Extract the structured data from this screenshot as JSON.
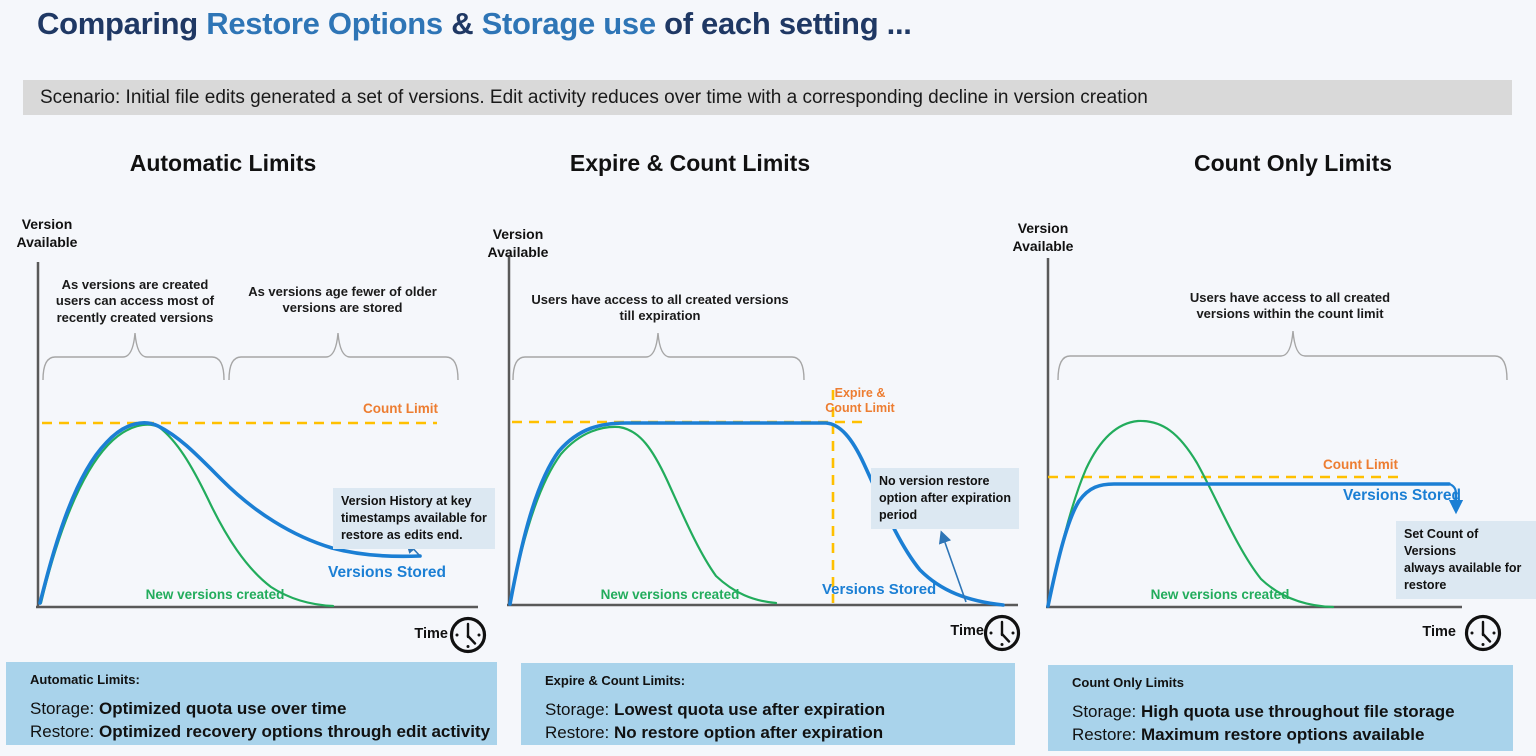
{
  "colors": {
    "title_navy": "#1F3864",
    "title_blue": "#2E75B6",
    "stored_line": "#1B7FD4",
    "created_line": "#22AC5C",
    "limit_line": "#FFC000",
    "limit_text": "#ED7D31",
    "scenario_bg": "#D9D9D9",
    "summary_bg": "#A9D3EB",
    "callout_bg": "#DCE8F2"
  },
  "header": {
    "title_parts": [
      {
        "text": "Comparing "
      },
      {
        "text": "Restore Options"
      },
      {
        "text": " & "
      },
      {
        "text": "Storage use"
      },
      {
        "text": " of each setting ..."
      }
    ]
  },
  "scenario": {
    "text": "Scenario: Initial file edits generated a set of versions. Edit activity reduces over time with a corresponding decline in version creation"
  },
  "charts": [
    {
      "title": "Automatic Limits",
      "y_axis_label": "Version\nAvailable",
      "x_axis_label": "Time",
      "limit_label": "Count Limit",
      "brace_notes": [
        "As versions are created\nusers can access most of\nrecently created versions",
        "As versions age fewer of older\nversions are stored"
      ],
      "callout": "Version History at key\ntimestamps available for\nrestore as edits end.",
      "stored_label": "Versions Stored",
      "created_label": "New versions created"
    },
    {
      "title": "Expire & Count Limits",
      "y_axis_label": "Version\nAvailable",
      "x_axis_label": "Time",
      "limit_label": "Expire &\nCount Limit",
      "brace_notes": [
        "Users have access to all created versions\ntill expiration"
      ],
      "callout": "No version restore\noption after expiration\nperiod",
      "stored_label": "Versions Stored",
      "created_label": "New versions created"
    },
    {
      "title": "Count Only Limits",
      "y_axis_label": "Version\nAvailable",
      "x_axis_label": "Time",
      "limit_label": "Count Limit",
      "brace_notes": [
        "Users have access to all created\nversions within the count limit"
      ],
      "callout": "Set Count of Versions\nalways available for\nrestore",
      "stored_label": "Versions Stored",
      "created_label": "New versions created"
    }
  ],
  "summaries": [
    {
      "heading": "Automatic Limits:",
      "rows": [
        {
          "label": "Storage: ",
          "value": "Optimized quota use over time"
        },
        {
          "label": "Restore: ",
          "value": "Optimized recovery options through edit activity"
        }
      ]
    },
    {
      "heading": "Expire & Count Limits:",
      "rows": [
        {
          "label": "Storage: ",
          "value": "Lowest quota use after expiration"
        },
        {
          "label": "Restore: ",
          "value": "No restore option after expiration"
        }
      ]
    },
    {
      "heading": "Count Only Limits",
      "rows": [
        {
          "label": "Storage: ",
          "value": "High quota use throughout file storage"
        },
        {
          "label": "Restore: ",
          "value": "Maximum restore options available"
        }
      ]
    }
  ],
  "chart_data": [
    {
      "type": "line",
      "panel": "Automatic Limits",
      "xlabel": "Time",
      "ylabel": "Version Available",
      "reference_lines": [
        {
          "label": "Count Limit",
          "orientation": "horizontal",
          "style": "dashed"
        }
      ],
      "series": [
        {
          "name": "Versions Stored",
          "shape": "rises to a peak at the count limit, then declines gradually to a retained plateau of key versions"
        },
        {
          "name": "New versions created",
          "shape": "rises to the same peak, then declines steeply to zero"
        }
      ]
    },
    {
      "type": "line",
      "panel": "Expire & Count Limits",
      "xlabel": "Time",
      "ylabel": "Version Available",
      "reference_lines": [
        {
          "label": "Count Limit level",
          "orientation": "horizontal",
          "style": "dashed"
        },
        {
          "label": "Expire & Count Limit",
          "orientation": "vertical",
          "style": "dashed"
        }
      ],
      "series": [
        {
          "name": "Versions Stored",
          "shape": "rises, plateaus at the count limit, then drops to zero after the expiration line"
        },
        {
          "name": "New versions created",
          "shape": "rises to a peak near the limit, then declines to zero before expiration"
        }
      ]
    },
    {
      "type": "line",
      "panel": "Count Only Limits",
      "xlabel": "Time",
      "ylabel": "Version Available",
      "reference_lines": [
        {
          "label": "Count Limit",
          "orientation": "horizontal",
          "style": "dashed"
        }
      ],
      "series": [
        {
          "name": "Versions Stored",
          "shape": "rises to the count limit and stays flat indefinitely"
        },
        {
          "name": "New versions created",
          "shape": "peaks well above the count limit, then declines to zero"
        }
      ]
    }
  ]
}
